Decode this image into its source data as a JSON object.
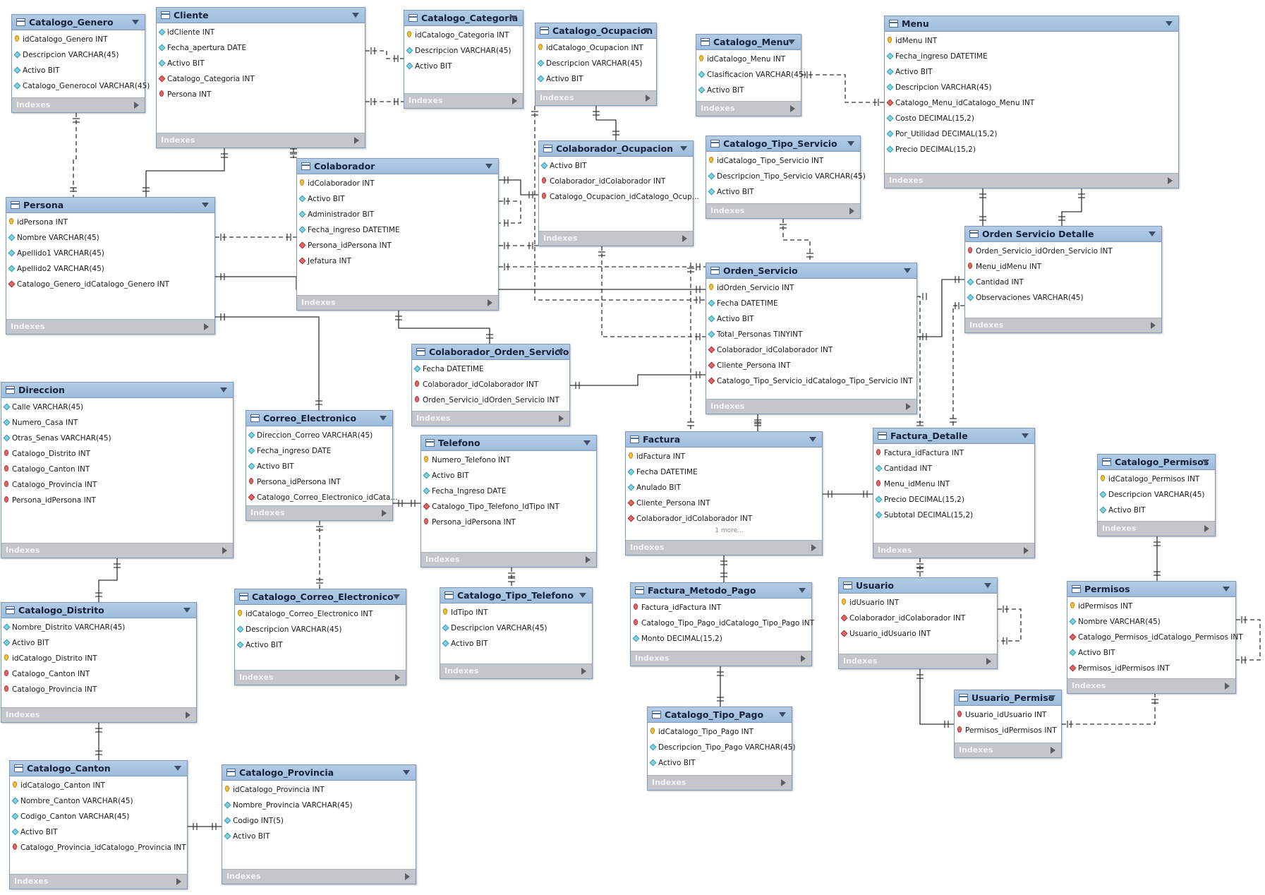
{
  "diagram": {
    "footer_label": "Indexes",
    "more_label": "1 more...",
    "tables": [
      {
        "id": "catalogo_genero",
        "name": "Catalogo_Genero",
        "columns": [
          {
            "label": "idCatalogo_Genero INT",
            "kind": "pk"
          },
          {
            "label": "Descripcion VARCHAR(45)",
            "kind": "attr"
          },
          {
            "label": "Activo BIT",
            "kind": "attr"
          },
          {
            "label": "Catalogo_Generocol VARCHAR(45)",
            "kind": "attr"
          }
        ]
      },
      {
        "id": "cliente",
        "name": "Cliente",
        "columns": [
          {
            "label": "idCliente INT",
            "kind": "attr"
          },
          {
            "label": "Fecha_apertura DATE",
            "kind": "attr"
          },
          {
            "label": "Activo BIT",
            "kind": "attr"
          },
          {
            "label": "Catalogo_Categoria INT",
            "kind": "fk"
          },
          {
            "label": "Persona INT",
            "kind": "pkfk"
          }
        ]
      },
      {
        "id": "catalogo_categoria",
        "name": "Catalogo_Categoria",
        "columns": [
          {
            "label": "idCatalogo_Categoria INT",
            "kind": "pk"
          },
          {
            "label": "Descripcion VARCHAR(45)",
            "kind": "attr"
          },
          {
            "label": "Activo BIT",
            "kind": "attr"
          }
        ]
      },
      {
        "id": "catalogo_ocupacion",
        "name": "Catalogo_Ocupacion",
        "columns": [
          {
            "label": "idCatalogo_Ocupacion INT",
            "kind": "pk"
          },
          {
            "label": "Descripcion VARCHAR(45)",
            "kind": "attr"
          },
          {
            "label": "Activo BIT",
            "kind": "attr"
          }
        ]
      },
      {
        "id": "catalogo_menu",
        "name": "Catalogo_Menu",
        "columns": [
          {
            "label": "idCatalogo_Menu INT",
            "kind": "pk"
          },
          {
            "label": "Clasificacion VARCHAR(45)",
            "kind": "attr"
          },
          {
            "label": "Activo BIT",
            "kind": "attr"
          }
        ]
      },
      {
        "id": "menu",
        "name": "Menu",
        "columns": [
          {
            "label": "idMenu INT",
            "kind": "pk"
          },
          {
            "label": "Fecha_ingreso DATETIME",
            "kind": "attr"
          },
          {
            "label": "Activo BIT",
            "kind": "attr"
          },
          {
            "label": "Descripcion VARCHAR(45)",
            "kind": "attr"
          },
          {
            "label": "Catalogo_Menu_idCatalogo_Menu INT",
            "kind": "fk"
          },
          {
            "label": "Costo DECIMAL(15,2)",
            "kind": "attr"
          },
          {
            "label": "Por_Utilidad DECIMAL(15,2)",
            "kind": "attr"
          },
          {
            "label": "Precio DECIMAL(15,2)",
            "kind": "attr"
          }
        ]
      },
      {
        "id": "persona",
        "name": "Persona",
        "columns": [
          {
            "label": "idPersona INT",
            "kind": "pk"
          },
          {
            "label": "Nombre VARCHAR(45)",
            "kind": "attr"
          },
          {
            "label": "Apellido1 VARCHAR(45)",
            "kind": "attr"
          },
          {
            "label": "Apellido2 VARCHAR(45)",
            "kind": "attr"
          },
          {
            "label": "Catalogo_Genero_idCatalogo_Genero INT",
            "kind": "fk"
          }
        ]
      },
      {
        "id": "colaborador",
        "name": "Colaborador",
        "columns": [
          {
            "label": "idColaborador INT",
            "kind": "pk"
          },
          {
            "label": "Activo BIT",
            "kind": "attr"
          },
          {
            "label": "Administrador BIT",
            "kind": "attr"
          },
          {
            "label": "Fecha_ingreso DATETIME",
            "kind": "attr"
          },
          {
            "label": "Persona_idPersona INT",
            "kind": "fk"
          },
          {
            "label": "Jefatura INT",
            "kind": "fk"
          }
        ]
      },
      {
        "id": "colaborador_ocupacion",
        "name": "Colaborador_Ocupacion",
        "columns": [
          {
            "label": "Activo BIT",
            "kind": "attr"
          },
          {
            "label": "Colaborador_idColaborador INT",
            "kind": "pkfk"
          },
          {
            "label": "Catalogo_Ocupacion_idCatalogo_Ocup...",
            "kind": "pkfk"
          }
        ]
      },
      {
        "id": "catalogo_tipo_servicio",
        "name": "Catalogo_Tipo_Servicio",
        "columns": [
          {
            "label": "idCatalogo_Tipo_Servicio INT",
            "kind": "pk"
          },
          {
            "label": "Descripcion_Tipo_Servicio VARCHAR(45)",
            "kind": "attr"
          },
          {
            "label": "Activo BIT",
            "kind": "attr"
          }
        ]
      },
      {
        "id": "orden_servicio_detalle",
        "name": "Orden Servicio Detalle",
        "columns": [
          {
            "label": "Orden_Servicio_idOrden_Servicio INT",
            "kind": "pkfk"
          },
          {
            "label": "Menu_idMenu INT",
            "kind": "pkfk"
          },
          {
            "label": "Cantidad INT",
            "kind": "attr"
          },
          {
            "label": "Observaciones VARCHAR(45)",
            "kind": "attr"
          }
        ]
      },
      {
        "id": "orden_servicio",
        "name": "Orden_Servicio",
        "columns": [
          {
            "label": "idOrden_Servicio INT",
            "kind": "pk"
          },
          {
            "label": "Fecha DATETIME",
            "kind": "attr"
          },
          {
            "label": "Activo BIT",
            "kind": "attr"
          },
          {
            "label": "Total_Personas TINYINT",
            "kind": "attr"
          },
          {
            "label": "Colaborador_idColaborador INT",
            "kind": "fk"
          },
          {
            "label": "Cliente_Persona INT",
            "kind": "fk"
          },
          {
            "label": "Catalogo_Tipo_Servicio_idCatalogo_Tipo_Servicio INT",
            "kind": "fk"
          }
        ]
      },
      {
        "id": "colaborador_orden_servicio",
        "name": "Colaborador_Orden_Servicio",
        "columns": [
          {
            "label": "Fecha DATETIME",
            "kind": "attr"
          },
          {
            "label": "Colaborador_idColaborador INT",
            "kind": "pkfk"
          },
          {
            "label": "Orden_Servicio_idOrden_Servicio INT",
            "kind": "pkfk"
          }
        ]
      },
      {
        "id": "direccion",
        "name": "Direccion",
        "columns": [
          {
            "label": "Calle VARCHAR(45)",
            "kind": "attr"
          },
          {
            "label": "Numero_Casa INT",
            "kind": "attr"
          },
          {
            "label": "Otras_Senas VARCHAR(45)",
            "kind": "attr"
          },
          {
            "label": "Catalogo_Distrito INT",
            "kind": "pkfk"
          },
          {
            "label": "Catalogo_Canton INT",
            "kind": "pkfk"
          },
          {
            "label": "Catalogo_Provincia INT",
            "kind": "pkfk"
          },
          {
            "label": "Persona_idPersona INT",
            "kind": "pkfk"
          }
        ]
      },
      {
        "id": "correo_electronico",
        "name": "Correo_Electronico",
        "columns": [
          {
            "label": "Direccion_Correo VARCHAR(45)",
            "kind": "attr"
          },
          {
            "label": "Fecha_ingreso DATE",
            "kind": "attr"
          },
          {
            "label": "Activo BIT",
            "kind": "attr"
          },
          {
            "label": "Persona_idPersona INT",
            "kind": "pkfk"
          },
          {
            "label": "Catalogo_Correo_Electronico_idCata...",
            "kind": "fk"
          }
        ]
      },
      {
        "id": "telefono",
        "name": "Telefono",
        "columns": [
          {
            "label": "Numero_Telefono INT",
            "kind": "pk"
          },
          {
            "label": "Activo BIT",
            "kind": "attr"
          },
          {
            "label": "Fecha_Ingreso DATE",
            "kind": "attr"
          },
          {
            "label": "Catalogo_Tipo_Telefono_IdTipo INT",
            "kind": "fk"
          },
          {
            "label": "Persona_idPersona INT",
            "kind": "pkfk"
          }
        ]
      },
      {
        "id": "factura",
        "name": "Factura",
        "columns": [
          {
            "label": "idFactura INT",
            "kind": "pk"
          },
          {
            "label": "Fecha DATETIME",
            "kind": "attr"
          },
          {
            "label": "Anulado BIT",
            "kind": "attr"
          },
          {
            "label": "Cliente_Persona INT",
            "kind": "fk"
          },
          {
            "label": "Colaborador_idColaborador INT",
            "kind": "fk"
          }
        ],
        "more": true
      },
      {
        "id": "factura_detalle",
        "name": "Factura_Detalle",
        "columns": [
          {
            "label": "Factura_idFactura INT",
            "kind": "pkfk"
          },
          {
            "label": "Cantidad INT",
            "kind": "attr"
          },
          {
            "label": "Menu_idMenu INT",
            "kind": "pkfk"
          },
          {
            "label": "Precio DECIMAL(15,2)",
            "kind": "attr"
          },
          {
            "label": "Subtotal DECIMAL(15,2)",
            "kind": "attr"
          }
        ]
      },
      {
        "id": "catalogo_permisos",
        "name": "Catalogo_Permisos",
        "columns": [
          {
            "label": "idCatalogo_Permisos INT",
            "kind": "pk"
          },
          {
            "label": "Descripcion VARCHAR(45)",
            "kind": "attr"
          },
          {
            "label": "Activo BIT",
            "kind": "attr"
          }
        ]
      },
      {
        "id": "catalogo_distrito",
        "name": "Catalogo_Distrito",
        "columns": [
          {
            "label": "Nombre_Distrito VARCHAR(45)",
            "kind": "attr"
          },
          {
            "label": "Activo BIT",
            "kind": "attr"
          },
          {
            "label": "idCatalogo_Distrito INT",
            "kind": "pk"
          },
          {
            "label": "Catalogo_Canton INT",
            "kind": "pkfk"
          },
          {
            "label": "Catalogo_Provincia INT",
            "kind": "pkfk"
          }
        ]
      },
      {
        "id": "catalogo_correo_electronico",
        "name": "Catalogo_Correo_Electronico",
        "columns": [
          {
            "label": "idCatalogo_Correo_Electronico INT",
            "kind": "pk"
          },
          {
            "label": "Descripcion VARCHAR(45)",
            "kind": "attr"
          },
          {
            "label": "Activo BIT",
            "kind": "attr"
          }
        ]
      },
      {
        "id": "catalogo_tipo_telefono",
        "name": "Catalogo_Tipo_Telefono",
        "columns": [
          {
            "label": "IdTipo INT",
            "kind": "pk"
          },
          {
            "label": "Descripcion VARCHAR(45)",
            "kind": "attr"
          },
          {
            "label": "Activo BIT",
            "kind": "attr"
          }
        ]
      },
      {
        "id": "factura_metodo_pago",
        "name": "Factura_Metodo_Pago",
        "columns": [
          {
            "label": "Factura_idFactura INT",
            "kind": "pkfk"
          },
          {
            "label": "Catalogo_Tipo_Pago_idCatalogo_Tipo_Pago INT",
            "kind": "pkfk"
          },
          {
            "label": "Monto DECIMAL(15,2)",
            "kind": "attr"
          }
        ]
      },
      {
        "id": "usuario",
        "name": "Usuario",
        "columns": [
          {
            "label": "idUsuario INT",
            "kind": "pk"
          },
          {
            "label": "Colaborador_idColaborador INT",
            "kind": "fk"
          },
          {
            "label": "Usuario_idUsuario INT",
            "kind": "fk"
          }
        ]
      },
      {
        "id": "permisos",
        "name": "Permisos",
        "columns": [
          {
            "label": "idPermisos INT",
            "kind": "pk"
          },
          {
            "label": "Nombre VARCHAR(45)",
            "kind": "attr"
          },
          {
            "label": "Catalogo_Permisos_idCatalogo_Permisos INT",
            "kind": "fk"
          },
          {
            "label": "Activo BIT",
            "kind": "attr"
          },
          {
            "label": "Permisos_idPermisos INT",
            "kind": "fk"
          }
        ]
      },
      {
        "id": "usuario_permiso",
        "name": "Usuario_Permiso",
        "columns": [
          {
            "label": "Usuario_idUsuario INT",
            "kind": "pkfk"
          },
          {
            "label": "Permisos_idPermisos INT",
            "kind": "pkfk"
          }
        ]
      },
      {
        "id": "catalogo_tipo_pago",
        "name": "Catalogo_Tipo_Pago",
        "columns": [
          {
            "label": "idCatalogo_Tipo_Pago INT",
            "kind": "pk"
          },
          {
            "label": "Descripcion_Tipo_Pago VARCHAR(45)",
            "kind": "attr"
          },
          {
            "label": "Activo BIT",
            "kind": "attr"
          }
        ]
      },
      {
        "id": "catalogo_canton",
        "name": "Catalogo_Canton",
        "columns": [
          {
            "label": "idCatalogo_Canton INT",
            "kind": "pk"
          },
          {
            "label": "Nombre_Canton VARCHAR(45)",
            "kind": "attr"
          },
          {
            "label": "Codigo_Canton VARCHAR(45)",
            "kind": "attr"
          },
          {
            "label": "Activo BIT",
            "kind": "attr"
          },
          {
            "label": "Catalogo_Provincia_idCatalogo_Provincia INT",
            "kind": "pkfk"
          }
        ]
      },
      {
        "id": "catalogo_provincia",
        "name": "Catalogo_Provincia",
        "columns": [
          {
            "label": "idCatalogo_Provincia INT",
            "kind": "pk"
          },
          {
            "label": "Nombre_Provincia VARCHAR(45)",
            "kind": "attr"
          },
          {
            "label": "Codigo INT(5)",
            "kind": "attr"
          },
          {
            "label": "Activo BIT",
            "kind": "attr"
          }
        ]
      }
    ],
    "relationships": [
      {
        "from": "catalogo_genero",
        "to": "persona",
        "identifying": false
      },
      {
        "from": "cliente",
        "to": "persona",
        "identifying": true
      },
      {
        "from": "cliente",
        "to": "catalogo_categoria",
        "identifying": false
      },
      {
        "from": "cliente",
        "to": "colaborador",
        "identifying": false
      },
      {
        "from": "persona",
        "to": "colaborador",
        "identifying": false
      },
      {
        "from": "persona",
        "to": "direccion",
        "identifying": true
      },
      {
        "from": "persona",
        "to": "correo_electronico",
        "identifying": true
      },
      {
        "from": "colaborador",
        "to": "colaborador",
        "identifying": false
      },
      {
        "from": "catalogo_ocupacion",
        "to": "colaborador_ocupacion",
        "identifying": true
      },
      {
        "from": "colaborador",
        "to": "colaborador_ocupacion",
        "identifying": true
      },
      {
        "from": "colaborador",
        "to": "colaborador_orden_servicio",
        "identifying": true
      },
      {
        "from": "orden_servicio",
        "to": "colaborador_orden_servicio",
        "identifying": true
      },
      {
        "from": "colaborador",
        "to": "orden_servicio",
        "identifying": false
      },
      {
        "from": "catalogo_menu",
        "to": "menu",
        "identifying": false
      },
      {
        "from": "catalogo_tipo_servicio",
        "to": "orden_servicio",
        "identifying": false
      },
      {
        "from": "menu",
        "to": "orden_servicio_detalle",
        "identifying": true
      },
      {
        "from": "orden_servicio",
        "to": "orden_servicio_detalle",
        "identifying": true
      },
      {
        "from": "menu",
        "to": "factura_detalle",
        "identifying": true
      },
      {
        "from": "orden_servicio",
        "to": "factura",
        "identifying": false
      },
      {
        "from": "factura",
        "to": "factura_detalle",
        "identifying": true
      },
      {
        "from": "factura",
        "to": "factura_metodo_pago",
        "identifying": true
      },
      {
        "from": "catalogo_tipo_pago",
        "to": "factura_metodo_pago",
        "identifying": true
      },
      {
        "from": "factura_detalle",
        "to": "usuario",
        "identifying": false
      },
      {
        "from": "usuario",
        "to": "usuario",
        "identifying": false
      },
      {
        "from": "usuario",
        "to": "usuario_permiso",
        "identifying": true
      },
      {
        "from": "permisos",
        "to": "usuario_permiso",
        "identifying": true
      },
      {
        "from": "catalogo_permisos",
        "to": "permisos",
        "identifying": false
      },
      {
        "from": "permisos",
        "to": "permisos",
        "identifying": false
      },
      {
        "from": "telefono",
        "to": "catalogo_tipo_telefono",
        "identifying": false
      },
      {
        "from": "correo_electronico",
        "to": "catalogo_correo_electronico",
        "identifying": false
      },
      {
        "from": "direccion",
        "to": "catalogo_distrito",
        "identifying": true
      },
      {
        "from": "catalogo_distrito",
        "to": "catalogo_canton",
        "identifying": true
      },
      {
        "from": "catalogo_canton",
        "to": "catalogo_provincia",
        "identifying": true
      }
    ]
  }
}
